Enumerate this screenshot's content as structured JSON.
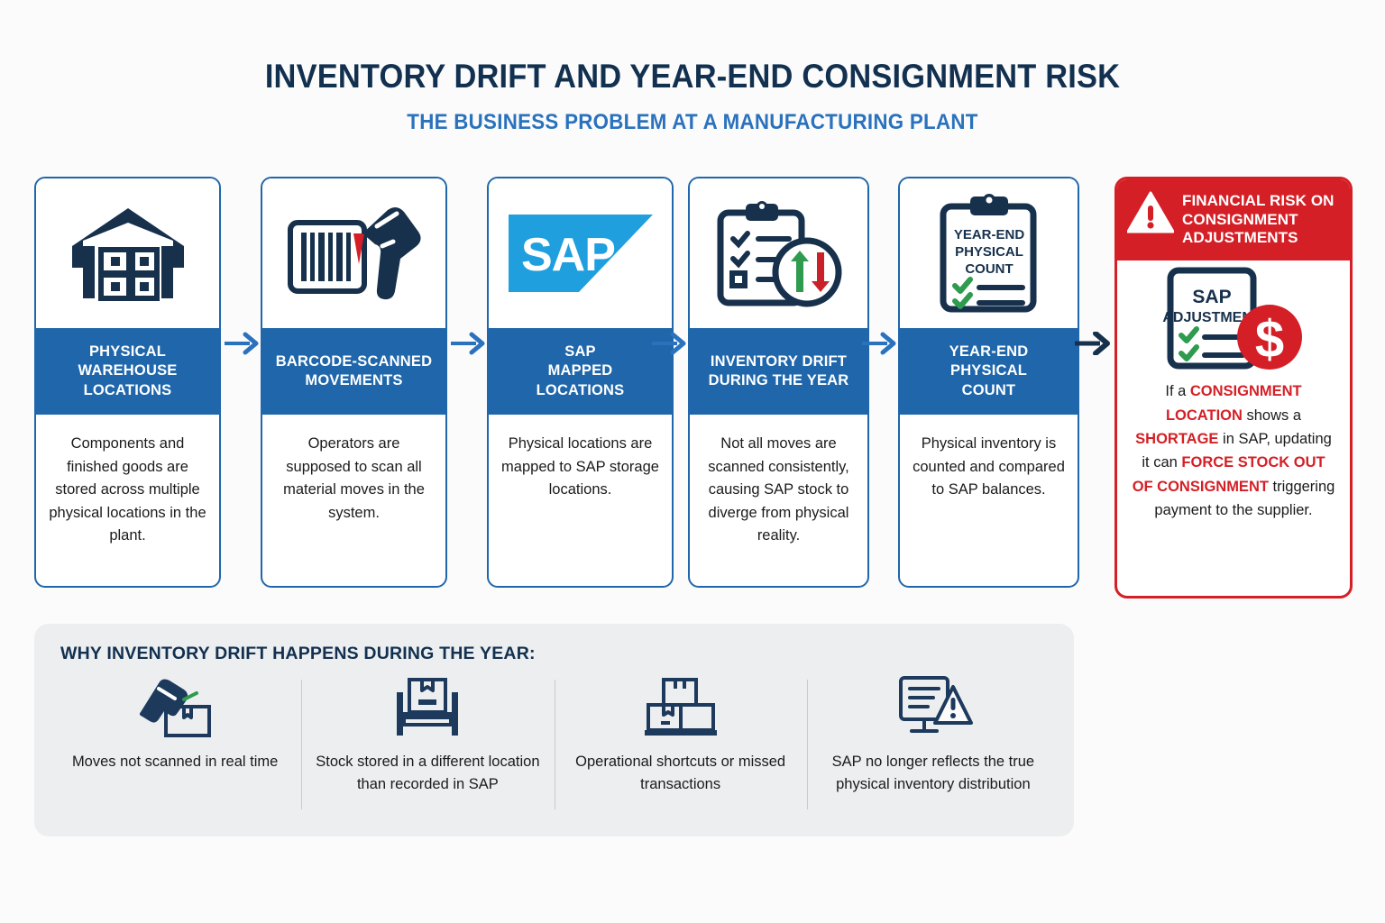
{
  "header": {
    "title": "INVENTORY DRIFT AND YEAR-END CONSIGNMENT RISK",
    "subtitle": "THE BUSINESS PROBLEM AT A MANUFACTURING PLANT"
  },
  "colors": {
    "navy": "#12304f",
    "band_blue": "#1f66ab",
    "accent_blue": "#2a72bd",
    "risk_red": "#d51f26",
    "green": "#2e9b4e",
    "sap_blue": "#1f9fde",
    "panel_grey": "#eceef0",
    "background": "#fbfbfb"
  },
  "flow": {
    "steps": [
      {
        "icon": "warehouse-icon",
        "band": "PHYSICAL\nWAREHOUSE\nLOCATIONS",
        "body": "Components and finished goods are stored across multiple physical locations in the plant."
      },
      {
        "icon": "barcode-scanner-icon",
        "band": "BARCODE-SCANNED\nMOVEMENTS",
        "body": "Operators are supposed to scan all material moves in the system."
      },
      {
        "icon": "sap-logo-icon",
        "band": "SAP\nMAPPED\nLOCATIONS",
        "body": "Physical locations are mapped to SAP storage locations."
      },
      {
        "icon": "clipboard-drift-icon",
        "band": "INVENTORY DRIFT\nDURING THE YEAR",
        "body": "Not all moves are scanned consistently, causing SAP stock to diverge from physical reality."
      },
      {
        "icon": "clipboard-count-icon",
        "band": "YEAR-END\nPHYSICAL\nCOUNT",
        "body": "Physical inventory is counted and compared to SAP balances."
      }
    ],
    "clipboard_label": "YEAR-END\nPHYSICAL\nCOUNT"
  },
  "risk": {
    "icon": "warning-triangle-icon",
    "heading": "FINANCIAL RISK ON CONSIGNMENT ADJUSTMENTS",
    "doc_icon": "sap-adjustment-doc-icon",
    "doc_label_line1": "SAP",
    "doc_label_line2": "ADJUSTMENT",
    "dollar_icon": "dollar-badge-icon",
    "body_parts": [
      {
        "text": "If a ",
        "emphasis": false
      },
      {
        "text": "CONSIGNMENT LOCATION",
        "emphasis": true
      },
      {
        "text": " shows a ",
        "emphasis": false
      },
      {
        "text": "SHORTAGE",
        "emphasis": true
      },
      {
        "text": " in SAP, updating it can ",
        "emphasis": false
      },
      {
        "text": "FORCE STOCK OUT OF CONSIGNMENT",
        "emphasis": true
      },
      {
        "text": " triggering payment to the supplier.",
        "emphasis": false
      }
    ]
  },
  "panel": {
    "title": "WHY INVENTORY DRIFT HAPPENS DURING THE YEAR:",
    "items": [
      {
        "icon": "scanner-box-icon",
        "label": "Moves not scanned in real time"
      },
      {
        "icon": "rack-pallet-icon",
        "label": "Stock stored in a different location than recorded in SAP"
      },
      {
        "icon": "stacked-boxes-icon",
        "label": "Operational shortcuts or missed transactions"
      },
      {
        "icon": "monitor-alert-icon",
        "label": "SAP no longer reflects the true physical inventory distribution"
      }
    ]
  }
}
